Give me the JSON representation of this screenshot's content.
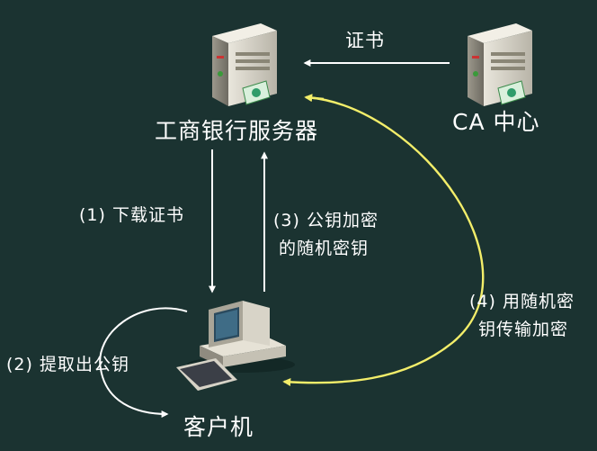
{
  "nodes": {
    "bank_server": {
      "label": "工商银行服务器"
    },
    "ca_center": {
      "label": "CA 中心"
    },
    "client": {
      "label": "客户机"
    }
  },
  "edges": {
    "ca_to_bank": {
      "label": "证书"
    },
    "download_cert": {
      "label": "(1) 下载证书"
    },
    "extract_key": {
      "label": "(2) 提取出公钥"
    },
    "encrypt_key": {
      "line1": "(3) 公钥加密",
      "line2": "的随机密钥"
    },
    "transfer": {
      "line1": "(4) 用随机密",
      "line2": "钥传输加密"
    }
  },
  "colors": {
    "background": "#1b3331",
    "arrow": "#ffffff",
    "curve": "#f3ee6a"
  }
}
